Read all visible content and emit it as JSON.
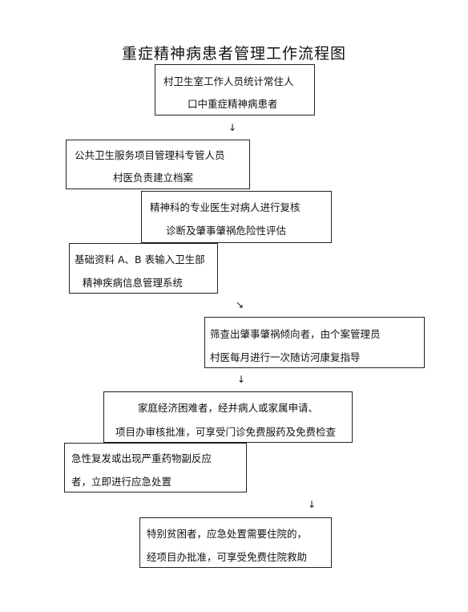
{
  "title": "重症精神病患者管理工作流程图",
  "steps": [
    {
      "lines": [
        "村卫生室工作人员统计常住人",
        "口中重症精神病患者"
      ]
    },
    {
      "lines": [
        "公共卫生服务项目管理科专管人员",
        "村医负责建立档案"
      ]
    },
    {
      "lines": [
        "精神科的专业医生对病人进行复核",
        "诊断及肇事肇祸危险性评估"
      ]
    },
    {
      "lines": [
        "基础资料 A、B 表输入卫生部",
        "精神疾病信息管理系统"
      ]
    },
    {
      "lines": [
        "筛查出肇事肇祸倾向者，由个案管理员",
        "村医每月进行一次随访河康复指导"
      ]
    },
    {
      "lines": [
        "家庭经济困难者，经并病人或家属申请、",
        "项目办审核批准，可享受门诊免费服药及免费检查"
      ]
    },
    {
      "lines": [
        "急性复发或出现严重药物副反应",
        "者，立即进行应急处置"
      ]
    },
    {
      "lines": [
        "特别贫困者，应急处置需要住院的，",
        "经项目办批准，可享受免费住院救助"
      ]
    }
  ],
  "arrows": [
    "↓",
    "↘",
    "↓",
    "↓"
  ]
}
